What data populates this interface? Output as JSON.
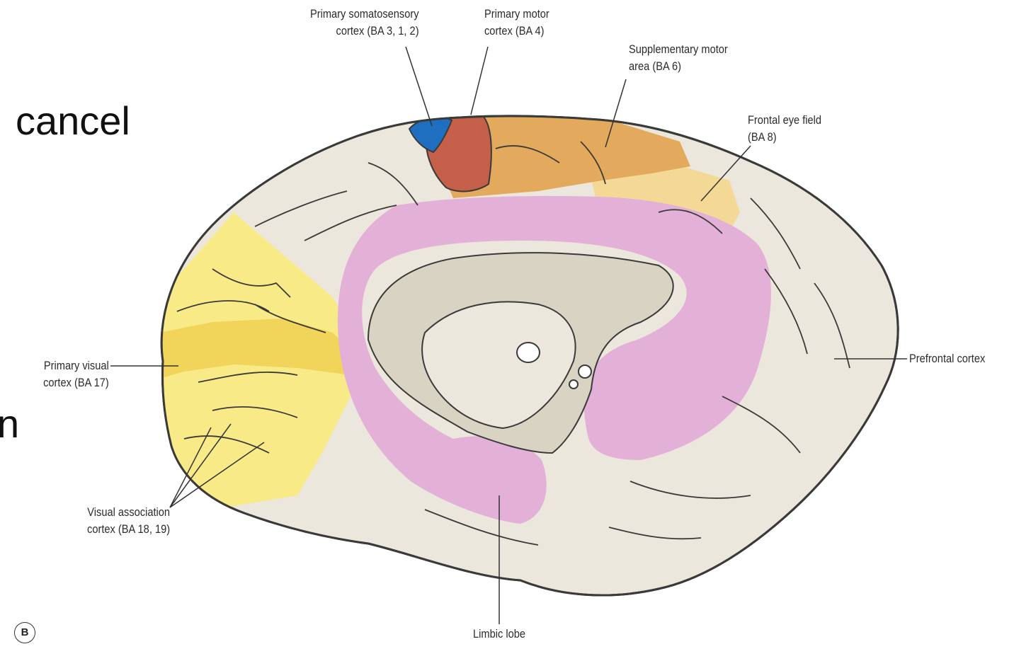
{
  "slide": {
    "overlay_word": "cancel",
    "overlay_fragment": "n"
  },
  "figure": {
    "panel_letter": "B",
    "colors": {
      "outline": "#3a3a3a",
      "cortex_base": "#ece7dc",
      "somatosensory": "#1f6fc0",
      "motor": "#c4604a",
      "supplementary_motor": "#e3a95c",
      "frontal_eye_field": "#f3d896",
      "limbic": "#e3b0d8",
      "primary_visual": "#f1d45a",
      "visual_association": "#f8ea86",
      "deep_structures": "#d9d3c3",
      "ventricle": "#ffffff"
    },
    "labels": {
      "somatosensory": [
        "Primary somatosensory",
        "cortex (BA 3, 1, 2)"
      ],
      "motor": [
        "Primary motor",
        "cortex (BA 4)"
      ],
      "supplementary_motor": [
        "Supplementary motor",
        "area (BA 6)"
      ],
      "frontal_eye_field": [
        "Frontal eye field",
        "(BA 8)"
      ],
      "prefrontal": "Prefrontal cortex",
      "primary_visual": [
        "Primary visual",
        "cortex (BA 17)"
      ],
      "visual_association": [
        "Visual association",
        "cortex (BA 18, 19)"
      ],
      "limbic": "Limbic lobe"
    }
  }
}
